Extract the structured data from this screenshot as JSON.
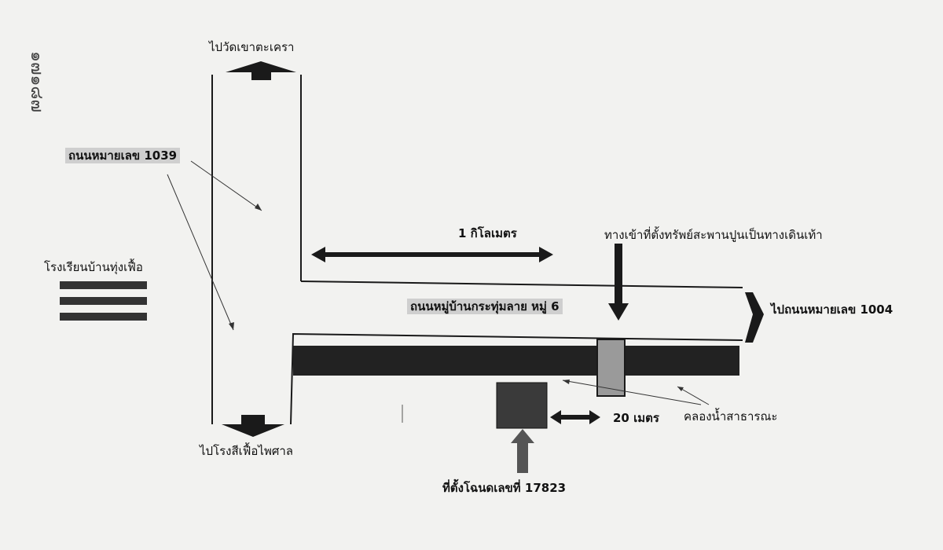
{
  "map": {
    "handwritten_note": "๑๗๑๘๗",
    "labels": {
      "to_temple": "ไปวัดเขาตะเครา",
      "highway_1039": "ถนนหมายเลข 1039",
      "school": "โรงเรียนบ้านทุ่งเฟื้อ",
      "distance_1km": "1 กิโลเมตร",
      "entrance": "ทางเข้าที่ตั้งทรัพย์สะพานปูนเป็นทางเดินเท้า",
      "village_road": "ถนนหมู่บ้านกระทุ่มลาย หมู่ 6",
      "to_highway_1004": "ไปถนนหมายเลข 1004",
      "to_mill": "ไปโรงสีเฟื้อไพศาล",
      "distance_20m": "20 เมตร",
      "canal": "คลองน้ำสาธารณะ",
      "deed_location": "ที่ตั้งโฉนดเลขที่ 17823"
    },
    "colors": {
      "road_line": "#1a1a1a",
      "canal_fill": "#222222",
      "bridge_fill": "#9a9a9a",
      "plot_fill": "#3a3a3a",
      "label_shade": "#cfcfcf"
    }
  }
}
